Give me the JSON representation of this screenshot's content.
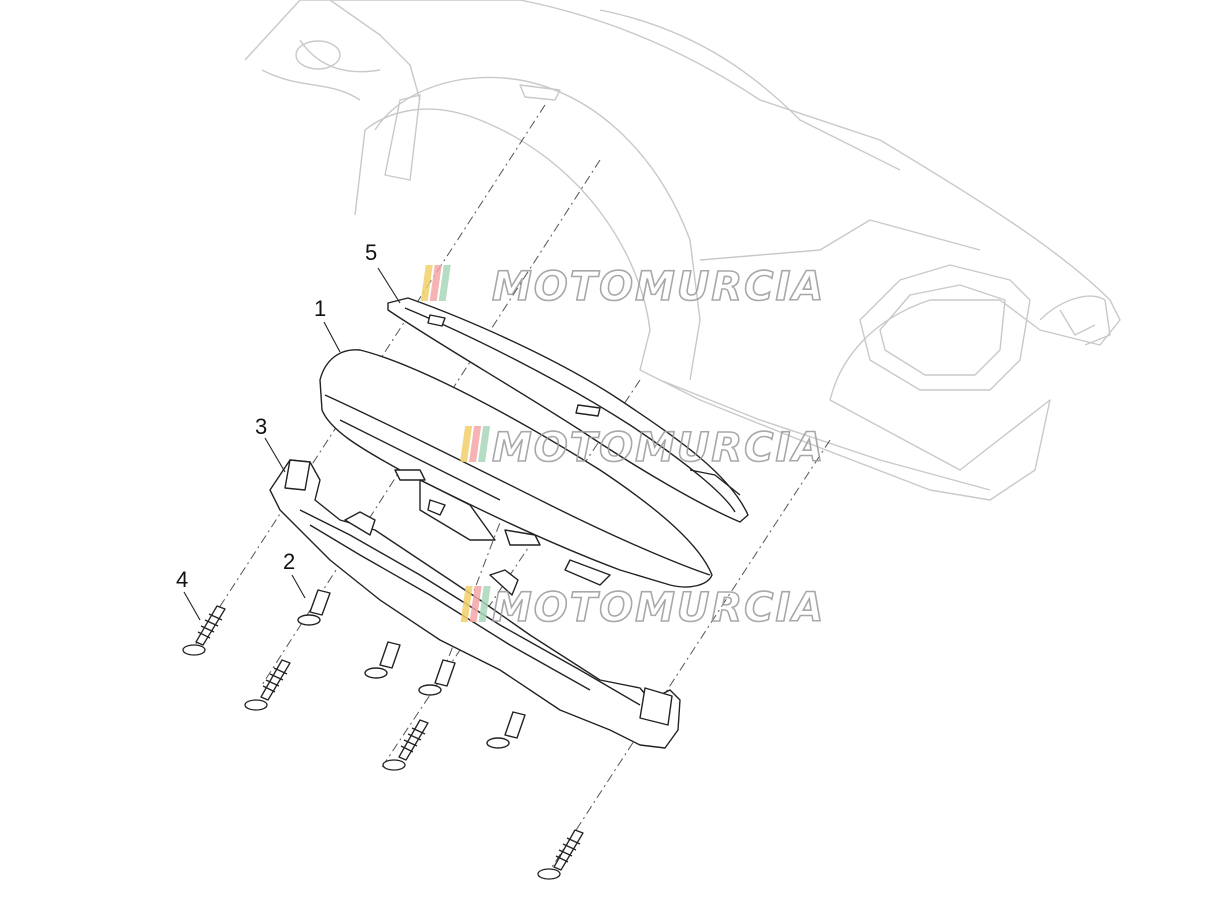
{
  "diagram": {
    "callouts": [
      {
        "id": "callout-5",
        "label": "5"
      },
      {
        "id": "callout-1",
        "label": "1"
      },
      {
        "id": "callout-3",
        "label": "3"
      },
      {
        "id": "callout-2",
        "label": "2"
      },
      {
        "id": "callout-4",
        "label": "4"
      }
    ],
    "watermark": {
      "text": "MOTOMURCIA",
      "stripe_colors": [
        "#f2d16b",
        "#f4a6a6",
        "#a8d8b9"
      ]
    }
  }
}
